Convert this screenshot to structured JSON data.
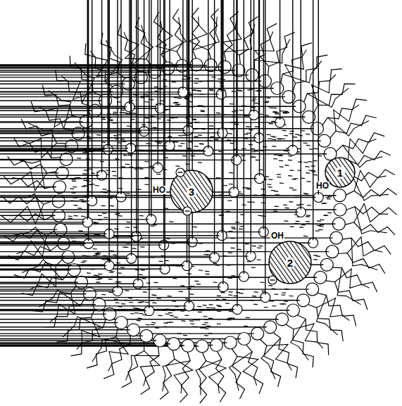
{
  "diagram": {
    "nodes": [
      {
        "text": [
          "1"
        ]
      },
      {
        "text": [
          "2"
        ]
      },
      {
        "text": [
          "3"
        ]
      }
    ],
    "labels": [
      "HO",
      "OH",
      "HO"
    ]
  }
}
